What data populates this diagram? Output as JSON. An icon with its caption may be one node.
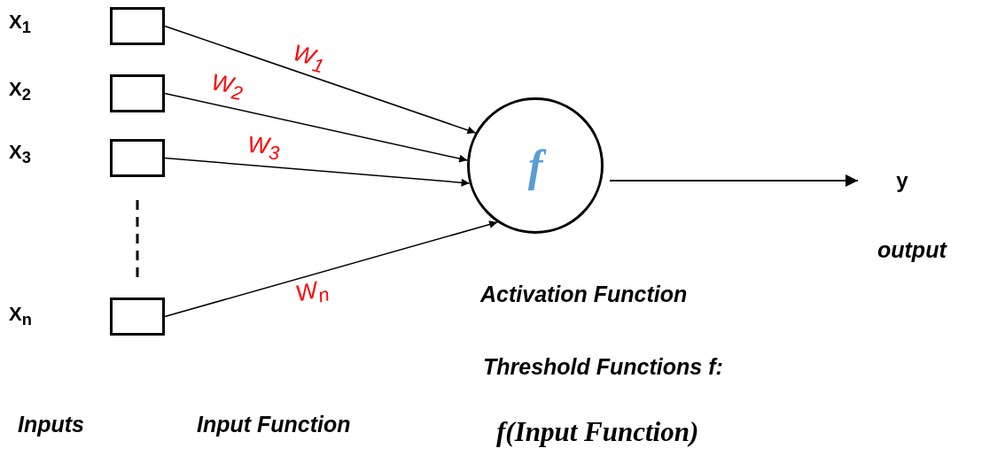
{
  "diagram": {
    "nodes": [
      {
        "text": [],
        "shape": "box"
      },
      {
        "text": [],
        "shape": "box"
      },
      {
        "text": [],
        "shape": "box"
      },
      {
        "text": [],
        "shape": "box"
      },
      {
        "text": [
          "f"
        ]
      },
      {
        "text": [
          "y"
        ],
        "beside": [
          "output"
        ]
      }
    ],
    "edges": [
      {
        "from": 0,
        "to": 4,
        "arrow": "to",
        "label": "W$_{1}$"
      },
      {
        "from": 1,
        "to": 4,
        "arrow": "to",
        "label": "W$_{2}$"
      },
      {
        "from": 2,
        "to": 4,
        "arrow": "to",
        "label": "W$_{3}$"
      },
      {
        "from": 3,
        "to": 4,
        "arrow": "to",
        "label": "W$_{n}$"
      },
      {
        "from": 4,
        "to": 5,
        "arrow": "to"
      }
    ],
    "labels": [
      "X$_{1}$",
      "X$_{2}$",
      "X$_{3}$",
      "X$_{n}$",
      "Activation Function",
      "Threshold Functions f:",
      "Inputs",
      "Input Function",
      "f(Input Function)"
    ]
  }
}
